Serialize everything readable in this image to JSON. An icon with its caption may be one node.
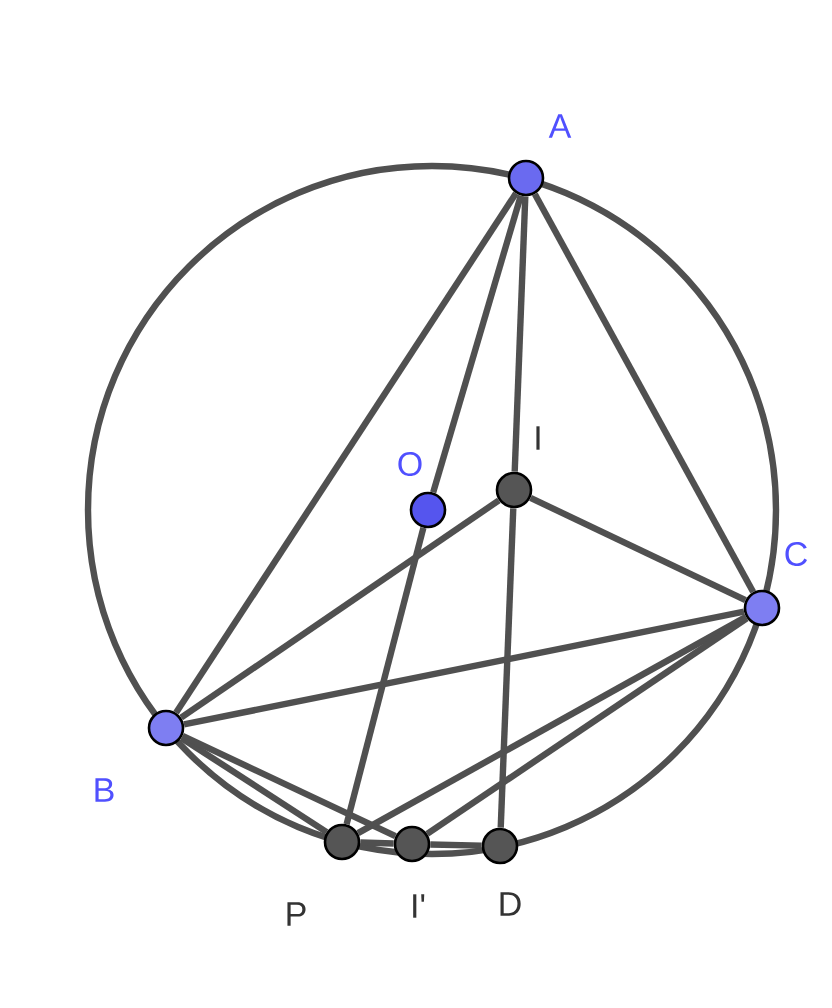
{
  "diagram": {
    "nodes": [
      {
        "text": [
          "A"
        ]
      },
      {
        "text": [
          "O"
        ]
      },
      {
        "text": [
          "I"
        ]
      },
      {
        "text": [
          "C"
        ]
      },
      {
        "text": [
          "B"
        ]
      },
      {
        "text": [
          "P"
        ]
      },
      {
        "text": [
          "I'"
        ]
      },
      {
        "text": [
          "D"
        ]
      }
    ],
    "edges": [
      {
        "from": 0,
        "to": 4,
        "arrow": "none"
      },
      {
        "from": 0,
        "to": 1,
        "arrow": "none"
      },
      {
        "from": 0,
        "to": 2,
        "arrow": "none"
      },
      {
        "from": 2,
        "to": 7,
        "arrow": "none"
      },
      {
        "from": 0,
        "to": 3,
        "arrow": "none"
      },
      {
        "from": 4,
        "to": 2,
        "arrow": "none"
      },
      {
        "from": 2,
        "to": 3,
        "arrow": "none"
      },
      {
        "from": 4,
        "to": 3,
        "arrow": "none"
      },
      {
        "from": 1,
        "to": 5,
        "arrow": "none"
      },
      {
        "from": 4,
        "to": 5,
        "arrow": "none"
      },
      {
        "from": 4,
        "to": 6,
        "arrow": "none"
      },
      {
        "from": 3,
        "to": 5,
        "arrow": "none"
      },
      {
        "from": 3,
        "to": 6,
        "arrow": "none"
      },
      {
        "from": 5,
        "to": 6,
        "arrow": "none"
      },
      {
        "from": 6,
        "to": 7,
        "arrow": "none"
      }
    ]
  }
}
